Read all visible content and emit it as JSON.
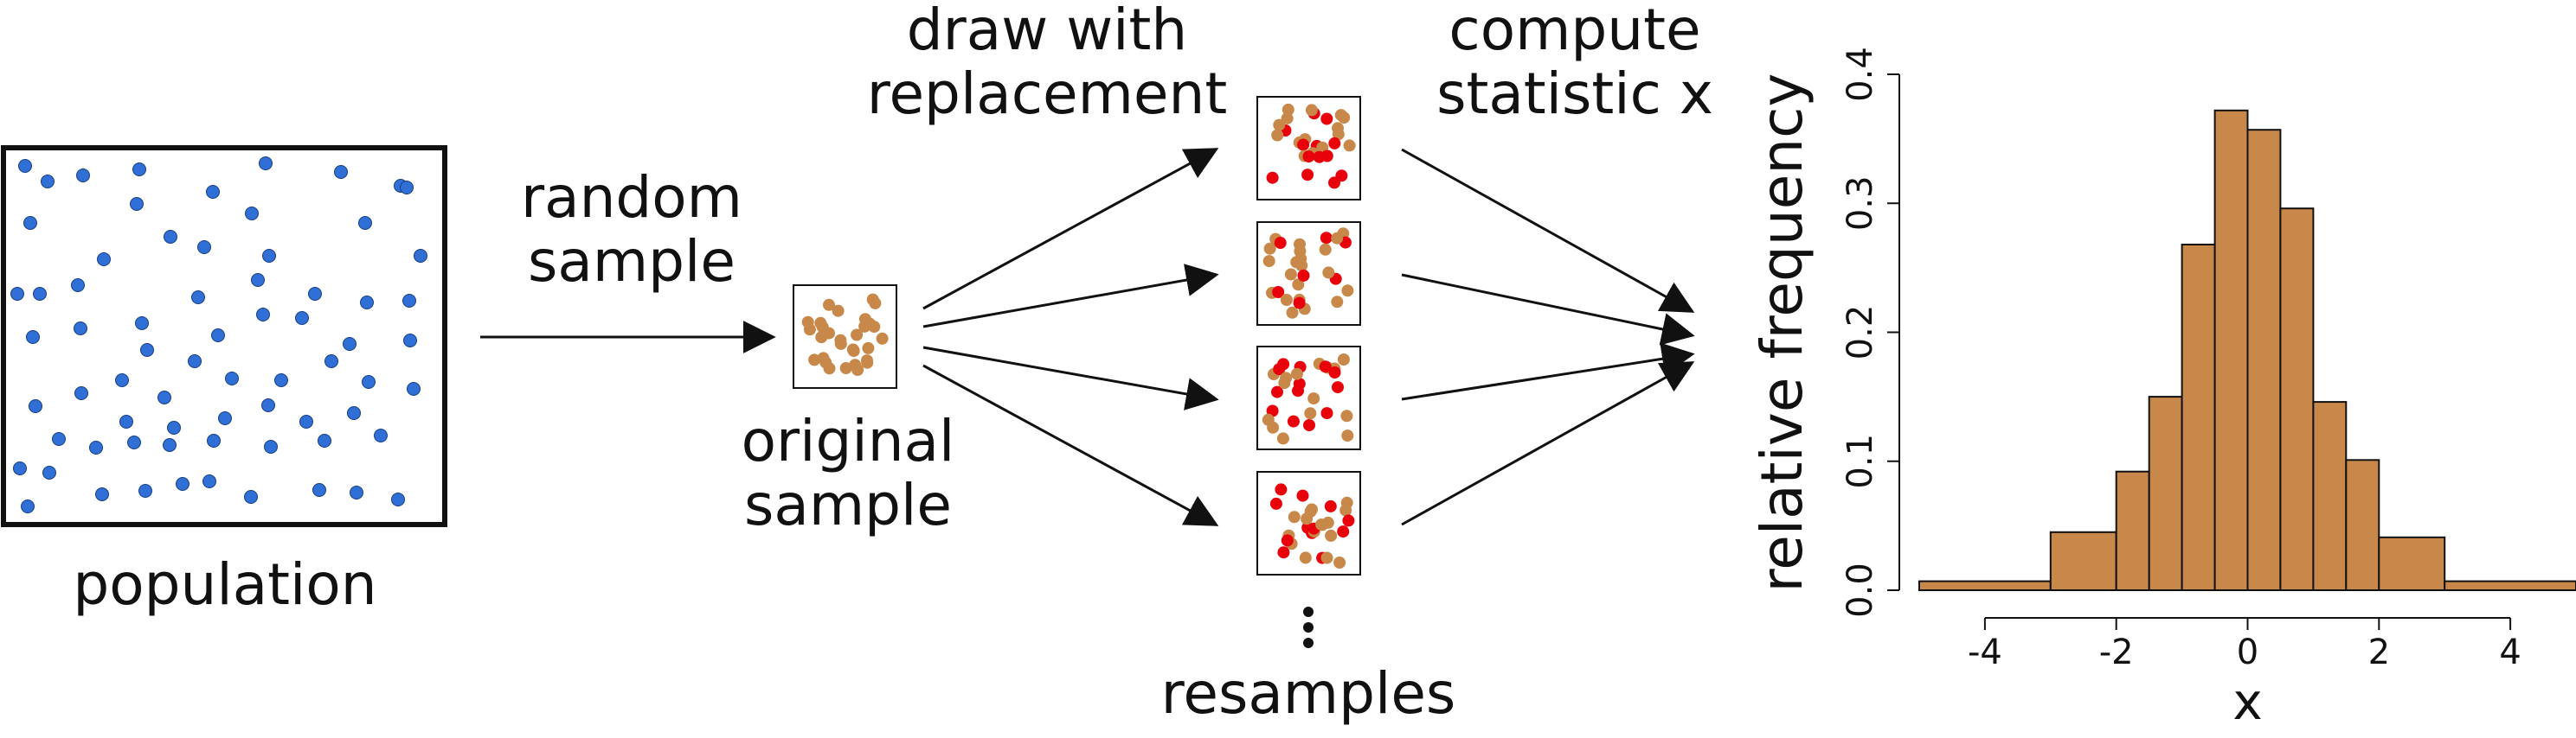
{
  "labels": {
    "population": "population",
    "random_sample": [
      "random",
      "sample"
    ],
    "original_sample": [
      "original",
      "sample"
    ],
    "draw_with_replacement": [
      "draw with",
      "replacement"
    ],
    "compute_statistic": [
      "compute",
      "statistic x"
    ],
    "resamples": "resamples"
  },
  "colors": {
    "population_dot": "#2f6fd6",
    "sample_dot": "#c8884a",
    "resample_red": "#e8000b",
    "bar_fill": "#c8884a",
    "outline": "#111111"
  },
  "chart_data": {
    "type": "bar",
    "ylabel": "relative frequency",
    "xlabel": "x",
    "xticks": [
      -4,
      -2,
      0,
      2,
      4
    ],
    "yticks": [
      "0.0",
      "0.1",
      "0.2",
      "0.3",
      "0.4"
    ],
    "xlim": [
      -5,
      5
    ],
    "ylim": [
      0,
      0.4
    ],
    "bins": [
      {
        "from": -5,
        "to": -3,
        "value": 0.007
      },
      {
        "from": -3,
        "to": -2,
        "value": 0.045
      },
      {
        "from": -2,
        "to": -1.5,
        "value": 0.092
      },
      {
        "from": -1.5,
        "to": -1,
        "value": 0.15
      },
      {
        "from": -1,
        "to": -0.5,
        "value": 0.268
      },
      {
        "from": -0.5,
        "to": 0,
        "value": 0.372
      },
      {
        "from": 0,
        "to": 0.5,
        "value": 0.357
      },
      {
        "from": 0.5,
        "to": 1,
        "value": 0.296
      },
      {
        "from": 1,
        "to": 1.5,
        "value": 0.146
      },
      {
        "from": 1.5,
        "to": 2,
        "value": 0.101
      },
      {
        "from": 2,
        "to": 3,
        "value": 0.041
      },
      {
        "from": 3,
        "to": 5,
        "value": 0.007
      }
    ]
  }
}
